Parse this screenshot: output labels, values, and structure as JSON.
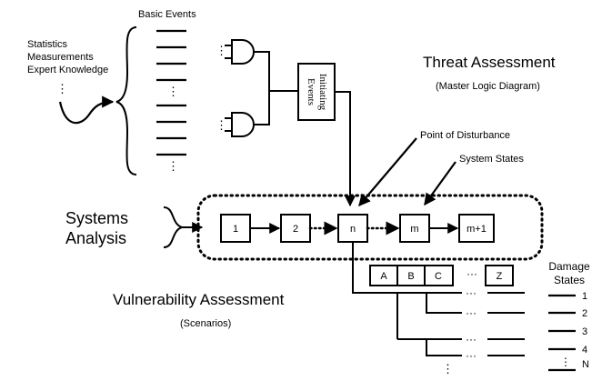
{
  "sources": {
    "lines": [
      "Statistics",
      "Measurements",
      "Expert Knowledge"
    ],
    "ellipsis": "⋮"
  },
  "basic_events_label": "Basic Events",
  "initiating_events_label": [
    "Initiating",
    "Events"
  ],
  "threat": {
    "title": "Threat Assessment",
    "subtitle": "(Master Logic Diagram)"
  },
  "point_of_disturbance_label": "Point of Disturbance",
  "system_states_label": "System States",
  "systems_analysis": [
    "Systems",
    "Analysis"
  ],
  "state_boxes": [
    "1",
    "2",
    "n",
    "m",
    "m+1"
  ],
  "vulnerability": {
    "title": "Vulnerability Assessment",
    "subtitle": "(Scenarios)"
  },
  "branch_boxes": [
    "A",
    "B",
    "C",
    "Z"
  ],
  "branch_ellipsis": "···",
  "vertical_ellipsis": "⋮",
  "damage_states": {
    "title": [
      "Damage",
      "States"
    ],
    "labels": [
      "1",
      "2",
      "3",
      "4",
      "N"
    ]
  }
}
